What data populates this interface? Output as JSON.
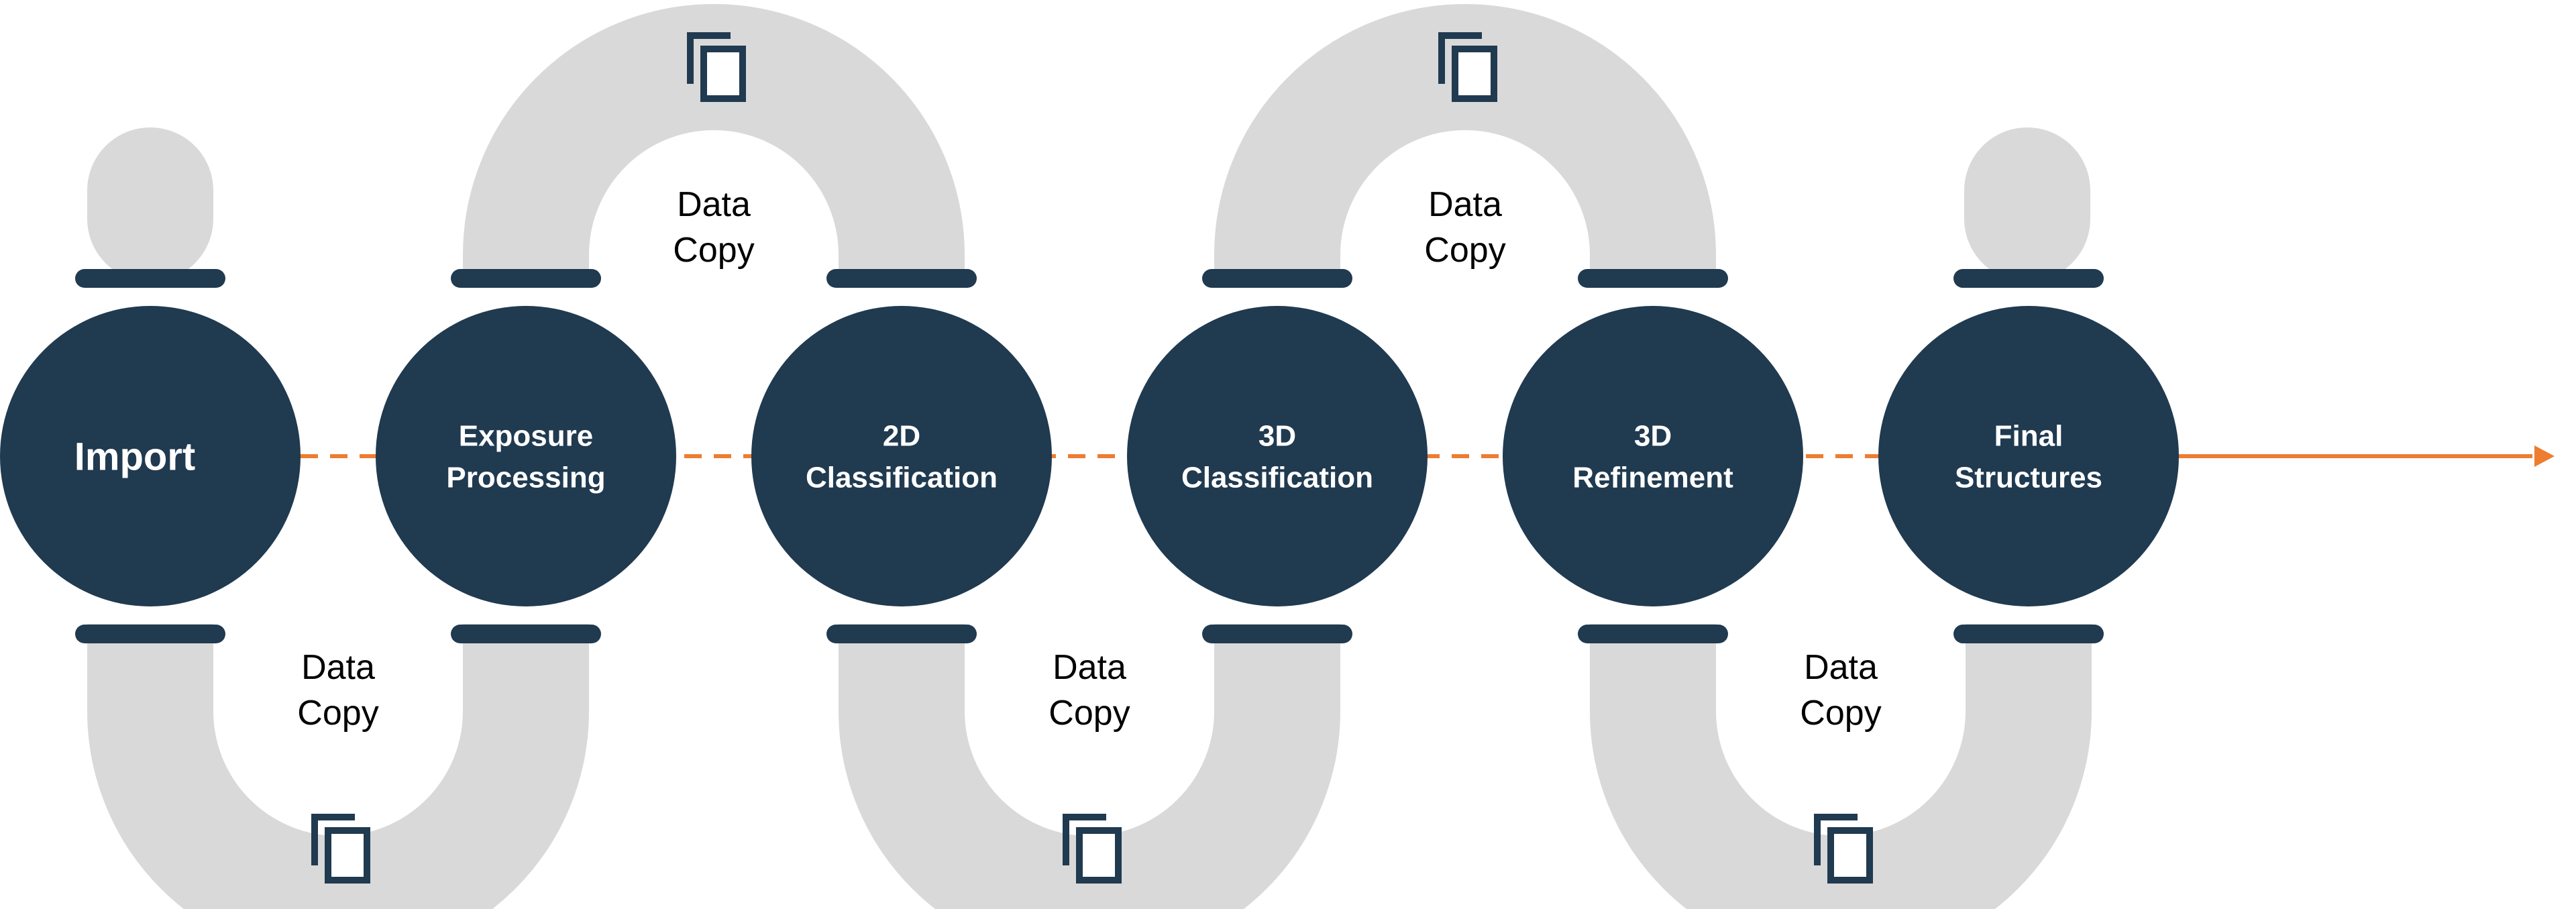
{
  "colors": {
    "pipe": "#d9d9d9",
    "pipe_inner": "#eef0f2",
    "node": "#203a50",
    "flow": "#ed7d31",
    "text_on_node": "#ffffff",
    "text": "#000000"
  },
  "stages": [
    {
      "lines": [
        "Import"
      ]
    },
    {
      "lines": [
        "Exposure",
        "Processing"
      ]
    },
    {
      "lines": [
        "2D",
        "Classification"
      ]
    },
    {
      "lines": [
        "3D",
        "Classification"
      ]
    },
    {
      "lines": [
        "3D",
        "Refinement"
      ]
    },
    {
      "lines": [
        "Final",
        "Structures"
      ]
    }
  ],
  "transfers": [
    {
      "lines": [
        "Data",
        "Copy"
      ],
      "icon": "copy-icon"
    },
    {
      "lines": [
        "Data",
        "Copy"
      ],
      "icon": "copy-icon"
    },
    {
      "lines": [
        "Data",
        "Copy"
      ],
      "icon": "copy-icon"
    },
    {
      "lines": [
        "Data",
        "Copy"
      ],
      "icon": "copy-icon"
    },
    {
      "lines": [
        "Data",
        "Copy"
      ],
      "icon": "copy-icon"
    }
  ]
}
